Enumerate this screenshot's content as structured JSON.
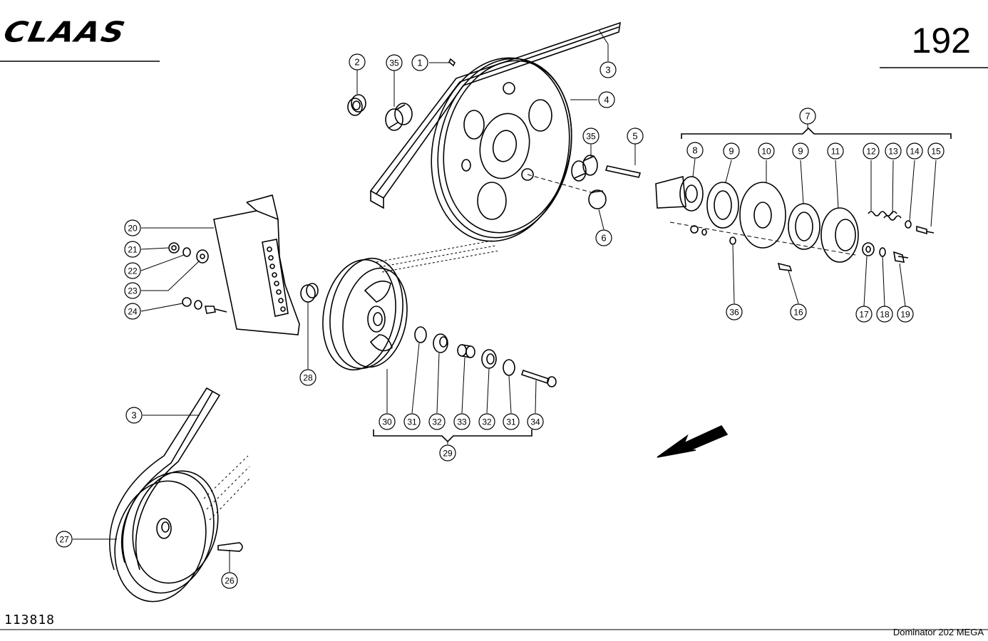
{
  "header": {
    "brand": "CLAAS",
    "page_number": "192"
  },
  "footer": {
    "drawing_number": "113818",
    "model": "Dominator  202 MEGA"
  },
  "callouts": [
    "1",
    "2",
    "3",
    "4",
    "5",
    "6",
    "7",
    "8",
    "9",
    "10",
    "11",
    "12",
    "13",
    "14",
    "15",
    "16",
    "17",
    "18",
    "19",
    "20",
    "21",
    "22",
    "23",
    "24",
    "26",
    "27",
    "28",
    "29",
    "30",
    "31",
    "32",
    "33",
    "34",
    "35",
    "36"
  ]
}
